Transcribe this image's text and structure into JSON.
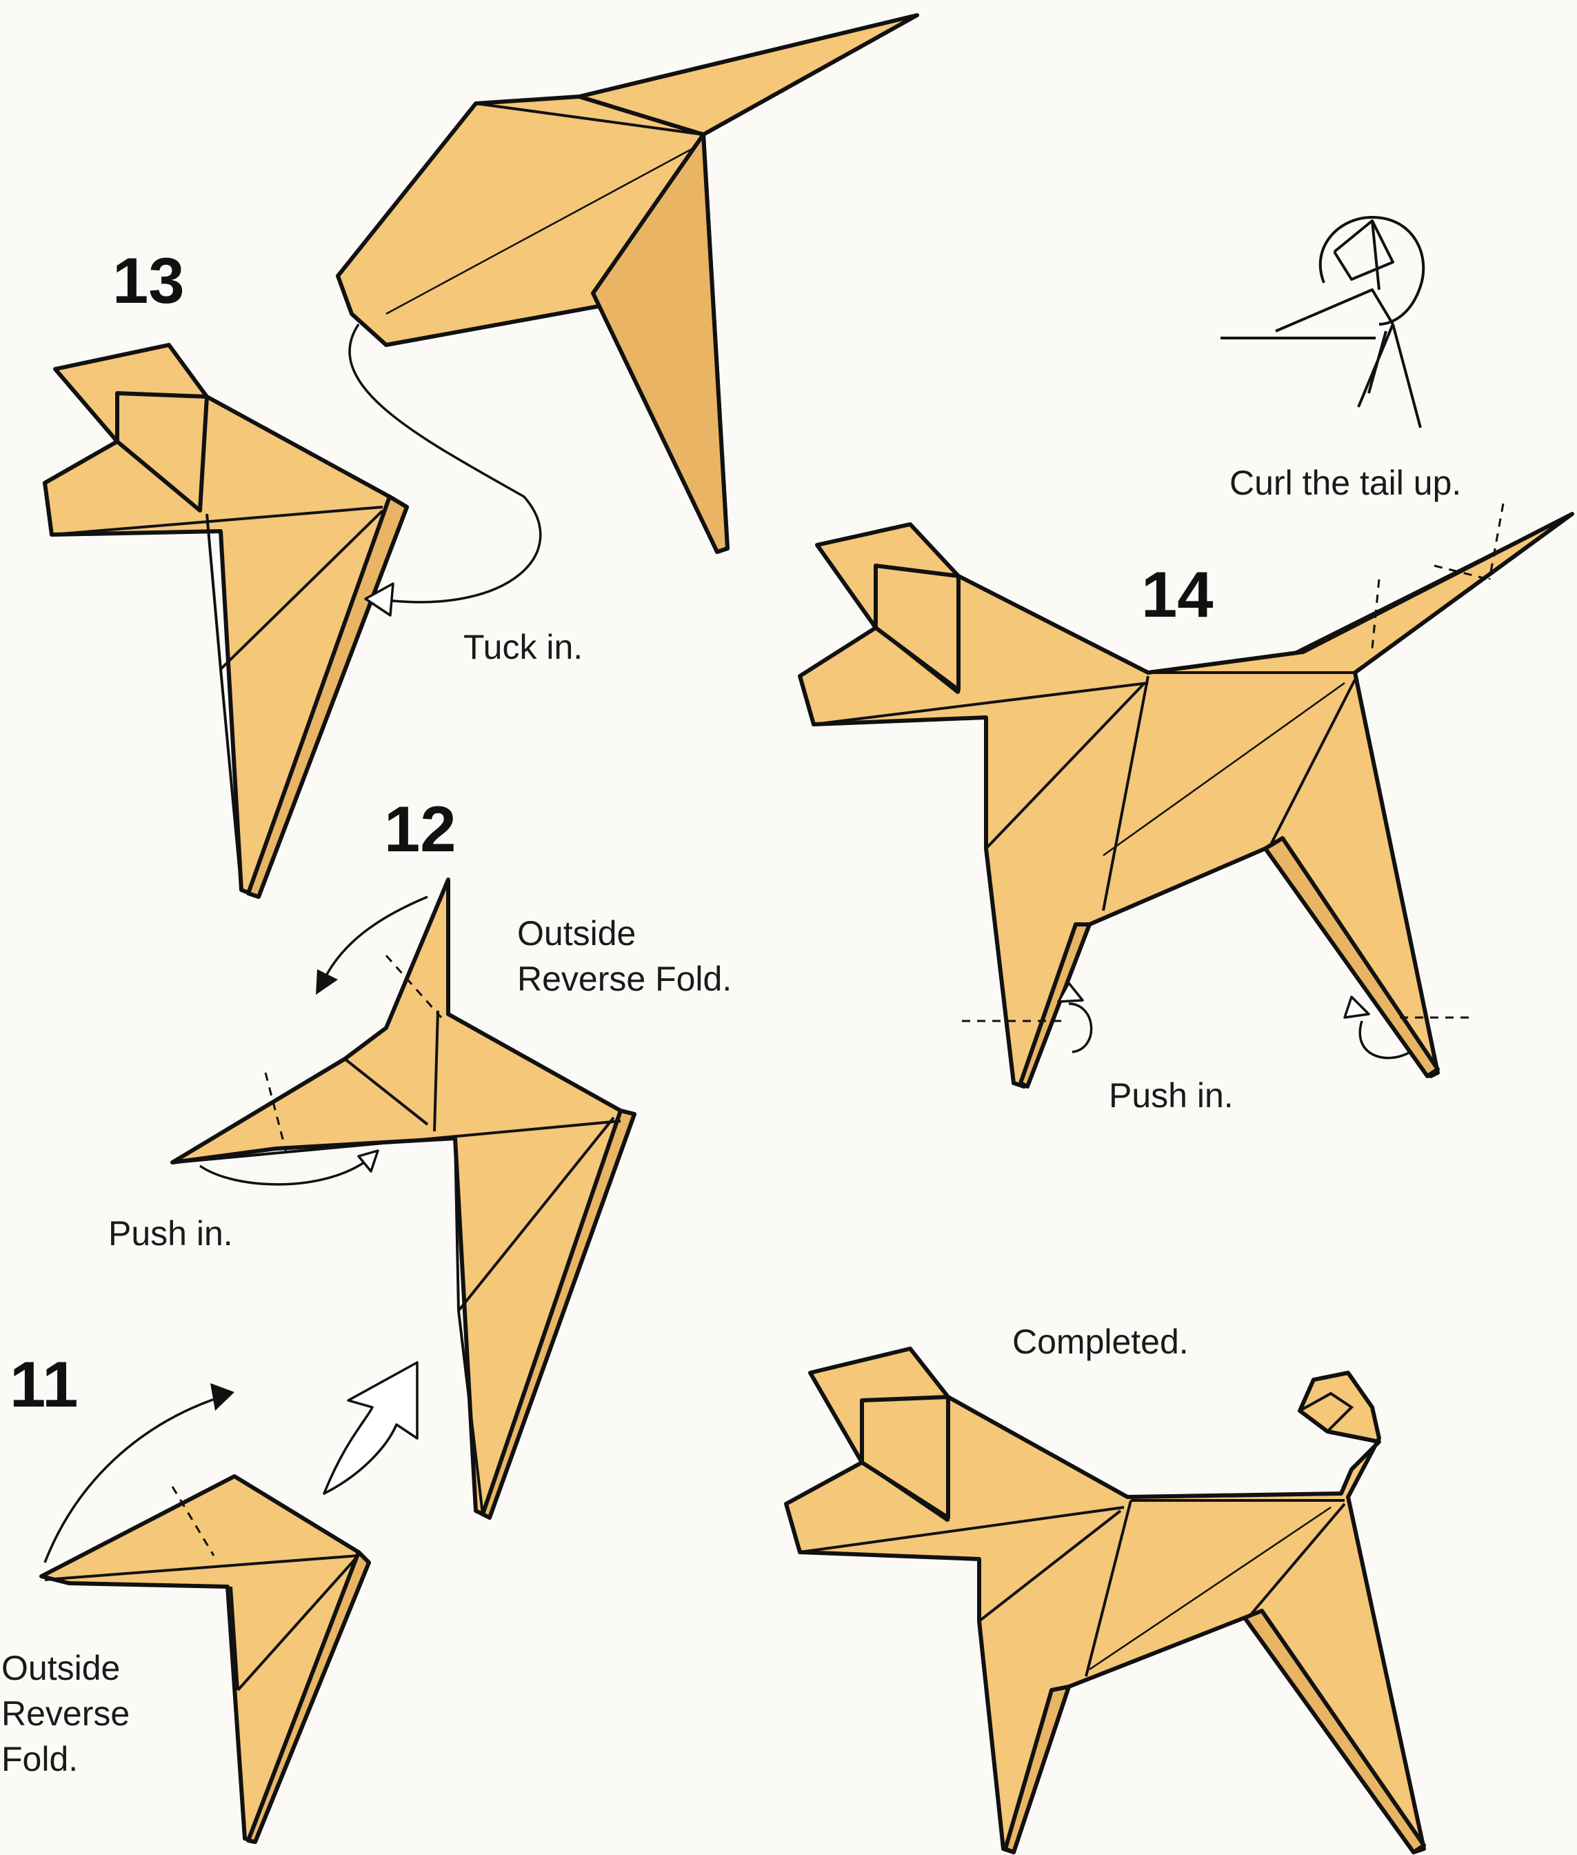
{
  "steps": [
    {
      "number": "11",
      "instruction_lines": [
        "Outside",
        "Reverse",
        "Fold."
      ]
    },
    {
      "number": "12",
      "instruction_lines": [
        "Outside",
        "Reverse Fold."
      ],
      "secondary_note": "Push in."
    },
    {
      "number": "13",
      "instruction_lines": [
        "Tuck in."
      ]
    },
    {
      "number": "14",
      "instruction_lines": [
        "Push in."
      ],
      "detail_note": "Curl the tail up."
    }
  ],
  "final_label": "Completed.",
  "colors": {
    "paper": "#f4c779",
    "outline": "#111111",
    "background": "#fbfaf7"
  }
}
